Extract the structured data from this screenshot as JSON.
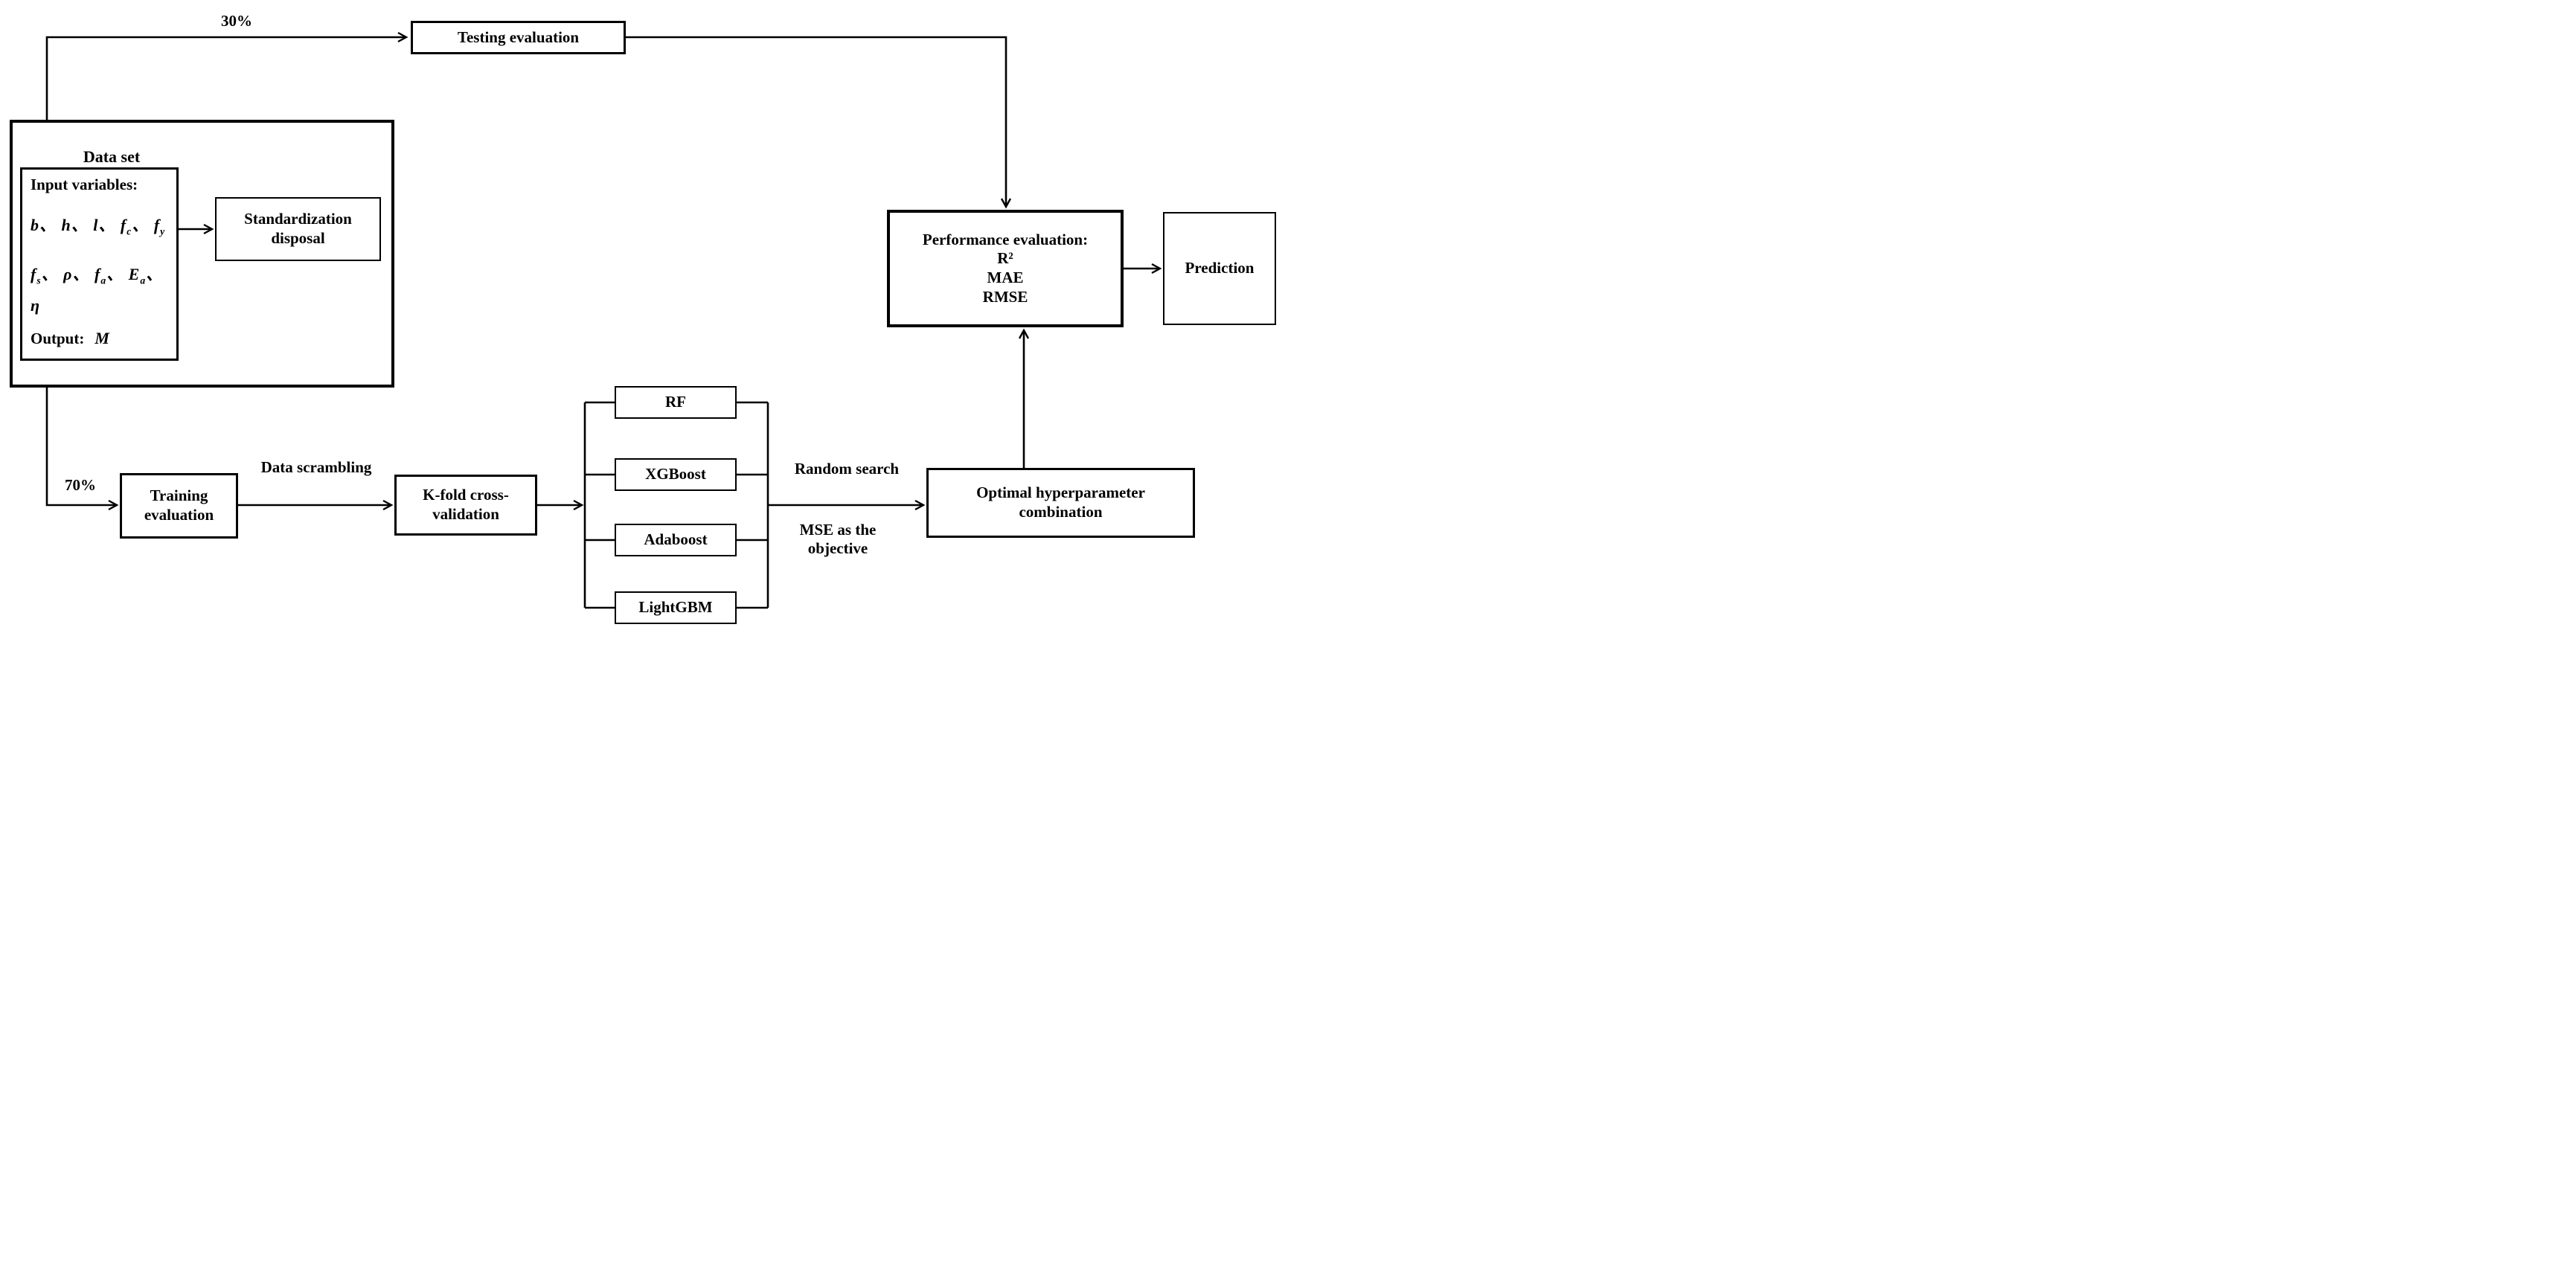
{
  "diagram": {
    "background_color": "#ffffff",
    "line_color": "#000000",
    "text_color": "#000000",
    "labels": {
      "thirty_percent": "30%",
      "seventy_percent": "70%",
      "data_scrambling": "Data scrambling",
      "random_search": "Random search",
      "mse_line1": "MSE as the",
      "mse_line2": "objective"
    },
    "boxes": {
      "testing": "Testing evaluation",
      "dataset_title": "Data set",
      "input_heading": "Input variables:",
      "input_vars_line1": "b、 h、 l、 f_c、 f_y",
      "input_vars_line2": "f_s、 ρ、 f_a、 E_a、",
      "input_vars_line3": "η",
      "output_label": "Output:",
      "output_var": "M",
      "standardization_line1": "Standardization",
      "standardization_line2": "disposal",
      "performance_heading": "Performance evaluation:",
      "performance_metrics": [
        "R²",
        "MAE",
        "RMSE"
      ],
      "prediction": "Prediction",
      "training_line1": "Training",
      "training_line2": "evaluation",
      "kfold_line1": "K-fold cross-",
      "kfold_line2": "validation",
      "models": [
        "RF",
        "XGBoost",
        "Adaboost",
        "LightGBM"
      ],
      "optimal_line1": "Optimal hyperparameter",
      "optimal_line2": "combination"
    }
  }
}
